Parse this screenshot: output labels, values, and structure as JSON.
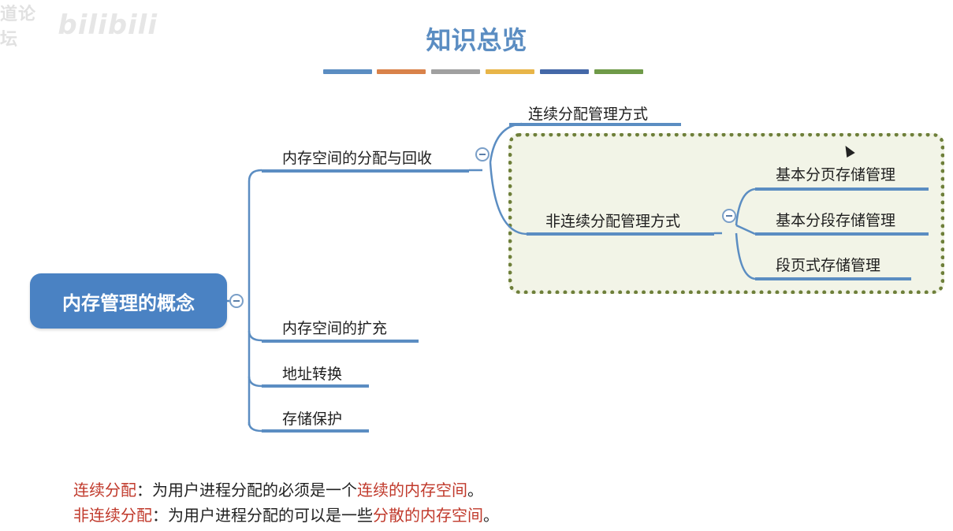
{
  "watermark": {
    "text": "道论坛",
    "logo": "bilibili"
  },
  "title": "知识总览",
  "color_bars": [
    "#5b8dc2",
    "#d9824a",
    "#a0a0a0",
    "#e8b548",
    "#4468a8",
    "#6f9a48"
  ],
  "mindmap": {
    "root": "内存管理的概念",
    "branches": {
      "allocation": "内存空间的分配与回收",
      "contiguous": "连续分配管理方式",
      "noncontiguous": "非连续分配管理方式",
      "paging": "基本分页存储管理",
      "segmentation": "基本分段存储管理",
      "segpaging": "段页式存储管理",
      "expansion": "内存空间的扩充",
      "address": "地址转换",
      "protection": "存储保护"
    }
  },
  "notes": {
    "line1": {
      "term": "连续分配",
      "mid": "：为用户进程分配的必须是一个",
      "highlight": "连续的内存空间",
      "end": "。"
    },
    "line2": {
      "term": "非连续分配",
      "mid": "：为用户进程分配的可以是一些",
      "highlight": "分散的内存空间",
      "end": "。"
    }
  },
  "colors": {
    "accent": "#5b8dc2",
    "root": "#4a82c3",
    "highlight": "#c0392b",
    "dashed_border": "#6e7f3a"
  }
}
